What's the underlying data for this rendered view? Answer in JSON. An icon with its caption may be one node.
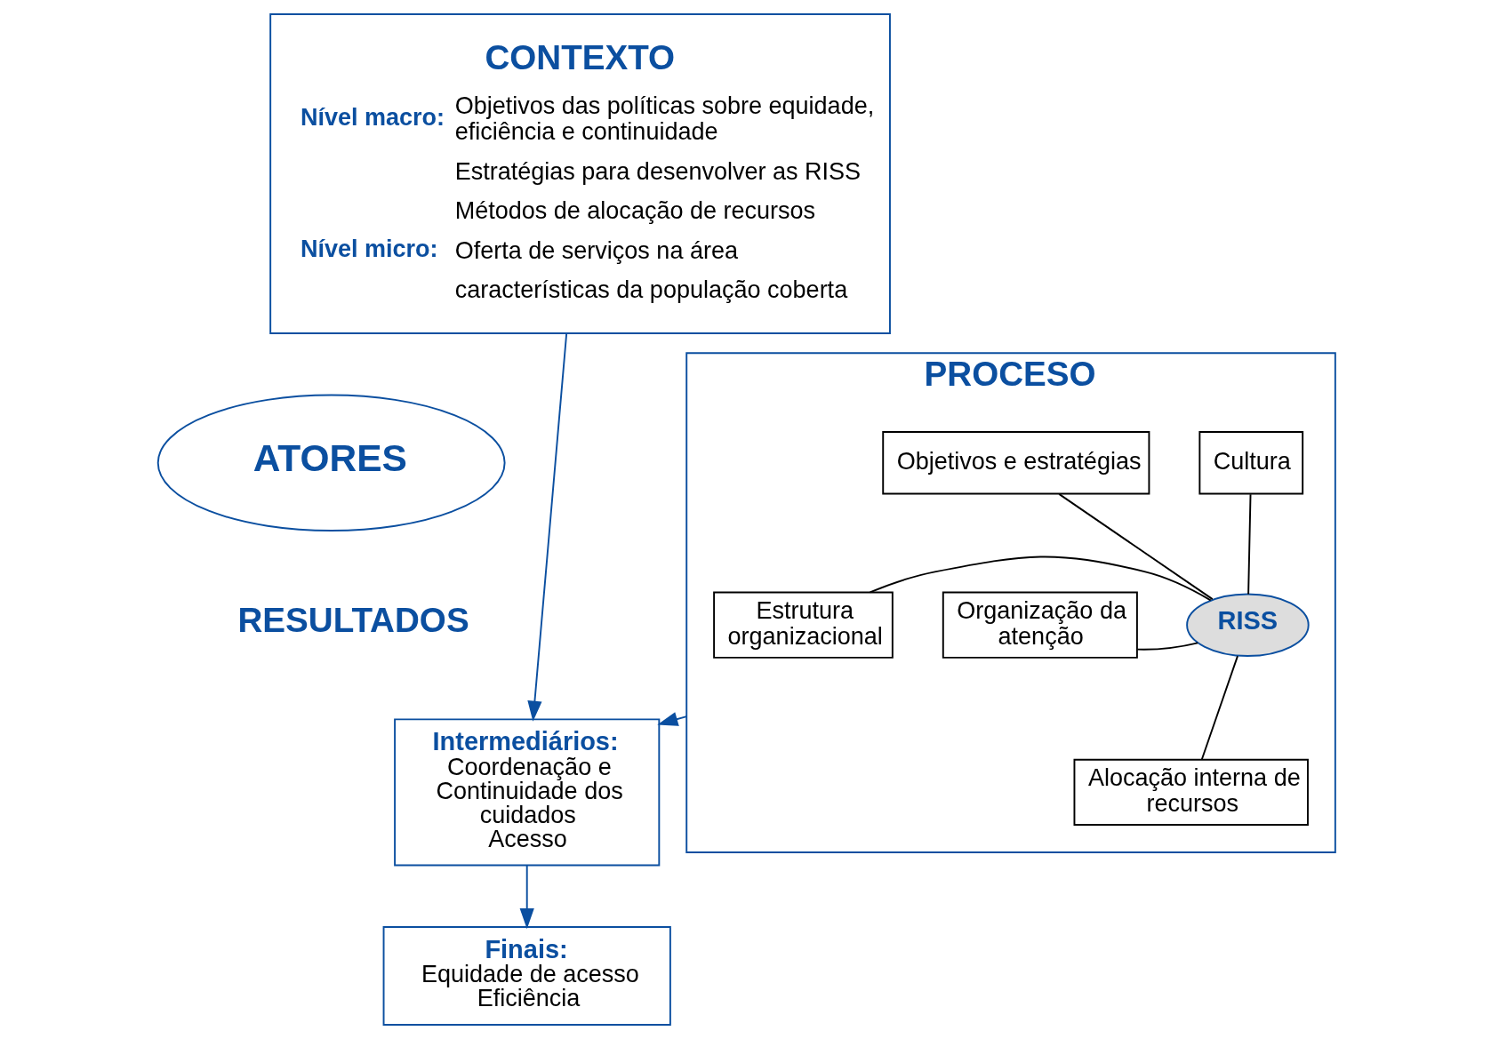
{
  "diagram": {
    "nodes": [
      {
        "text": [
          "CONTEXTO",
          "Nível macro:",
          "Objetivos das políticas sobre equidade, eficiência e continuidade",
          "Estratégias para desenvolver as RISS",
          "Métodos de alocação de recursos",
          "Nível micro:",
          "Oferta de serviços na área",
          "características da população coberta"
        ]
      },
      {
        "text": [
          "PROCESO"
        ]
      },
      {
        "text": [
          "Objetivos e estratégias"
        ],
        "in": 1
      },
      {
        "text": [
          "Cultura"
        ],
        "in": 1
      },
      {
        "text": [
          "Organização da atenção"
        ],
        "in": 1
      },
      {
        "text": [
          "RISS"
        ],
        "in": 1
      },
      {
        "text": [
          "Estrutura organizacional"
        ],
        "in": 1
      },
      {
        "text": [
          "Alocação interna de recursos"
        ],
        "in": 1
      },
      {
        "text": [
          "ATORES"
        ]
      },
      {
        "text": [
          "Intermediários:",
          "Coordenação e Continuidade dos cuidados",
          "Acesso"
        ]
      },
      {
        "text": [
          "Finais:",
          "Equidade de acesso",
          "Eficiência"
        ]
      }
    ],
    "edges": [
      {
        "from": 2,
        "to": 5,
        "arrow": "none"
      },
      {
        "from": 3,
        "to": 5,
        "arrow": "none"
      },
      {
        "from": 4,
        "to": 5,
        "arrow": "none"
      },
      {
        "from": 6,
        "to": 5,
        "arrow": "none"
      },
      {
        "from": 7,
        "to": 5,
        "arrow": "none"
      },
      {
        "from": 0,
        "to": 9,
        "arrow": "to",
        "color": "#0b4fa0"
      },
      {
        "from": 1,
        "to": 9,
        "arrow": "to",
        "color": "#0b4fa0"
      },
      {
        "from": 9,
        "to": 10,
        "arrow": "to",
        "color": "#0b4fa0"
      }
    ],
    "labels": [
      "RESULTADOS"
    ]
  }
}
